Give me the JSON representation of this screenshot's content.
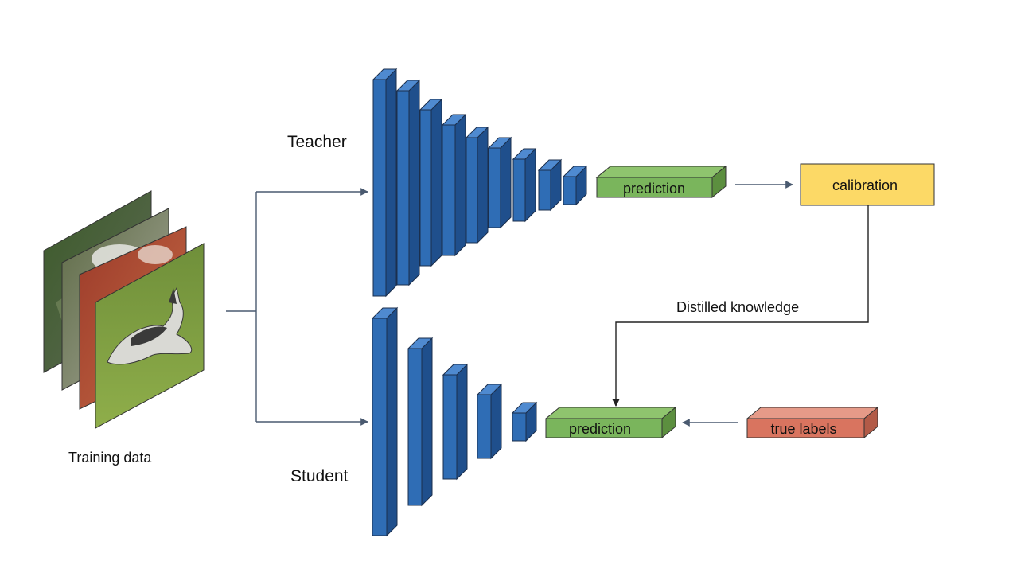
{
  "labels": {
    "teacher": "Teacher",
    "student": "Student",
    "training_data": "Training data",
    "teacher_prediction": "prediction",
    "student_prediction": "prediction",
    "calibration": "calibration",
    "true_labels": "true labels",
    "distilled_knowledge": "Distilled knowledge"
  },
  "colors": {
    "layer_front": "#2f6db5",
    "layer_side": "#1f4f8c",
    "layer_top": "#4f8ad0",
    "prediction": "#7ab55c",
    "calibration": "#fcd966",
    "true_labels": "#d9745f",
    "connector": "#4a5a70"
  },
  "icons": {
    "training_images": "stacked-photo-frames-icon"
  }
}
